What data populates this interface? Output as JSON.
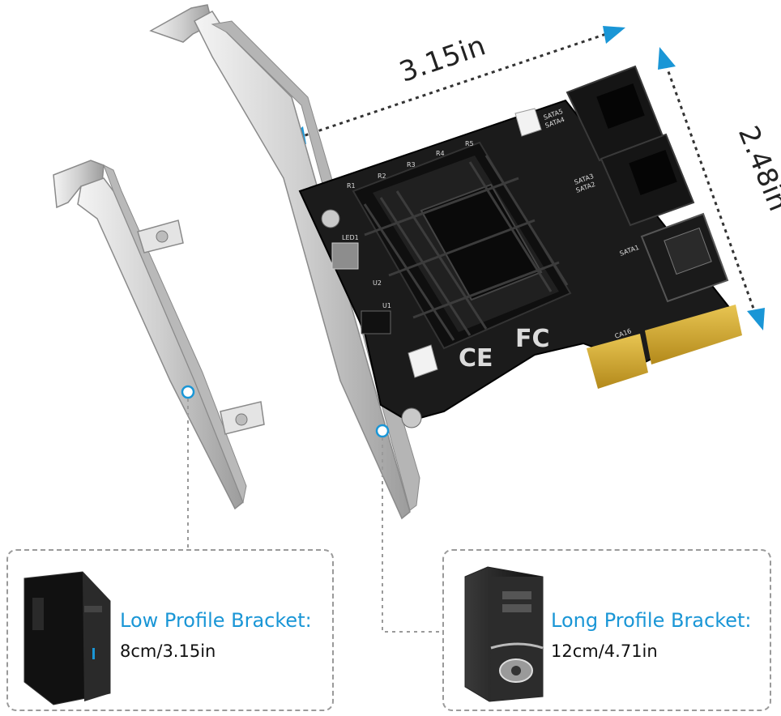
{
  "dimensions": {
    "width_label": "3.15in",
    "height_label": "2.48in"
  },
  "pcb_markings": {
    "ce": "CE",
    "fc": "FC",
    "sata_labels": [
      "SATA5",
      "SATA4",
      "SATA3",
      "SATA2",
      "SATA1"
    ],
    "component_labels": [
      "R1",
      "R2",
      "R3",
      "R4",
      "R5",
      "LED1",
      "CA16",
      "U1",
      "U2"
    ]
  },
  "low_profile": {
    "title": "Low Profile Bracket:",
    "size": "8cm/3.15in"
  },
  "long_profile": {
    "title": "Long Profile Bracket:",
    "size": "12cm/4.71in"
  },
  "colors": {
    "accent_blue": "#1a96d6",
    "pcb_black": "#1b1b1b",
    "gold": "#c9a42a",
    "bracket_silver": "#d9d9d9"
  }
}
